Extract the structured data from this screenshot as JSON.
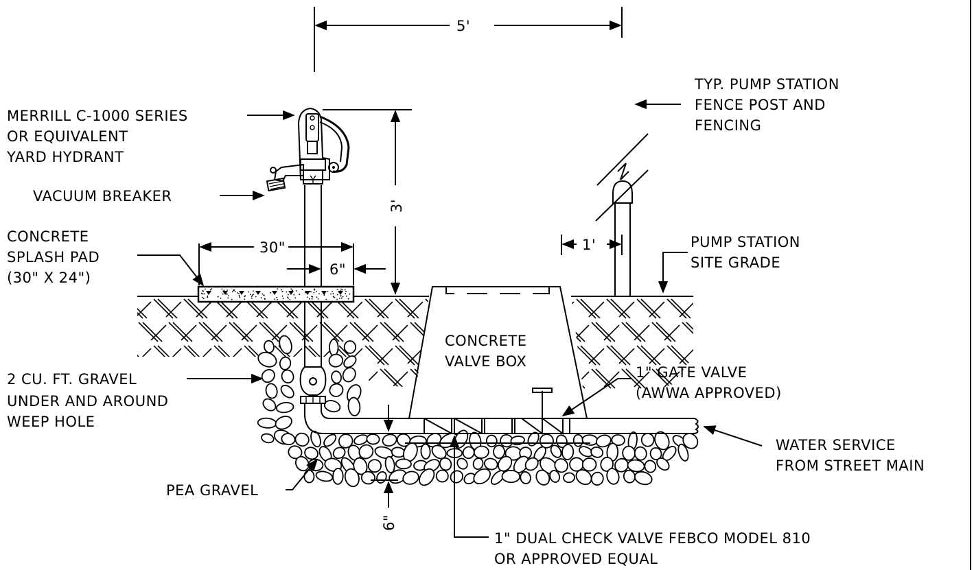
{
  "dimensions": {
    "top_width": "5'",
    "hydrant_height": "3'",
    "pad_width": "30\"",
    "pad_offset": "6\"",
    "post_offset": "1'",
    "gravel_depth": "6\""
  },
  "labels": {
    "hydrant": [
      "MERRILL C-1000 SERIES",
      "OR EQUIVALENT",
      "YARD HYDRANT"
    ],
    "vacuum_breaker": "VACUUM BREAKER",
    "splash_pad": [
      "CONCRETE",
      "SPLASH PAD",
      "(30\" X 24\")"
    ],
    "gravel": [
      "2 CU. FT. GRAVEL",
      "UNDER AND AROUND",
      "WEEP HOLE"
    ],
    "pea_gravel": "PEA GRAVEL",
    "fence": [
      "TYP. PUMP STATION",
      "FENCE POST AND",
      "FENCING"
    ],
    "grade": [
      "PUMP STATION",
      "SITE GRADE"
    ],
    "valve_box": [
      "CONCRETE",
      "VALVE BOX"
    ],
    "gate_valve": [
      "1\" GATE VALVE",
      "(AWWA APPROVED)"
    ],
    "water_service": [
      "WATER SERVICE",
      "FROM STREET MAIN"
    ],
    "check_valve": [
      "1\" DUAL CHECK VALVE FEBCO MODEL 810",
      "OR APPROVED EQUAL"
    ]
  }
}
